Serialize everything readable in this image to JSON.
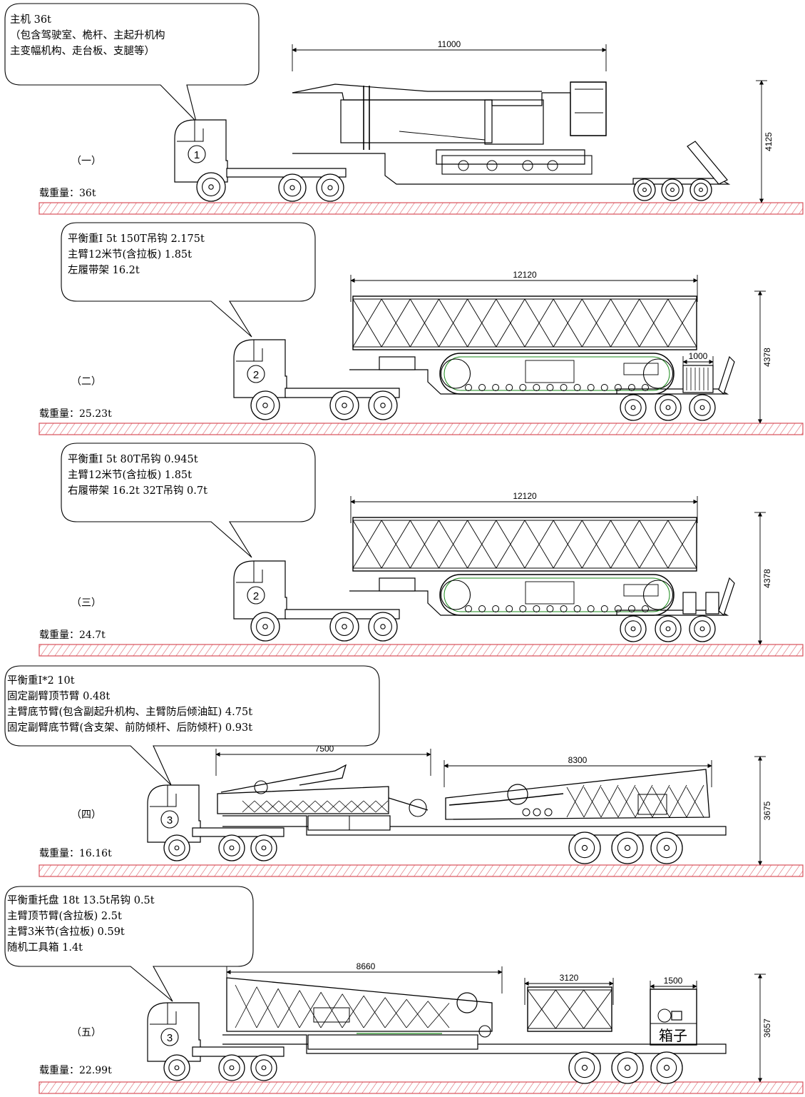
{
  "shipments": [
    {
      "section_label": "（一）",
      "load_label": "载重量：36t",
      "truck_number": "1",
      "callout_lines": [
        "主机 36t",
        "（包含驾驶室、桅杆、主起升机构",
        "主变幅机构、走台板、支腿等）"
      ],
      "length_dim": "11000",
      "height_dim": "4125"
    },
    {
      "section_label": "（二）",
      "load_label": "载重量：25.23t",
      "truck_number": "2",
      "callout_lines": [
        "平衡重Ⅰ 5t      150T吊钩  2.175t",
        "主臂12米节(含拉板)  1.85t",
        "左履带架 16.2t"
      ],
      "length_dim": "12120",
      "height_dim": "4378",
      "extra_dim": "1000"
    },
    {
      "section_label": "（三）",
      "load_label": "载重量：24.7t",
      "truck_number": "2",
      "callout_lines": [
        "平衡重Ⅰ 5t         80T吊钩 0.945t",
        "主臂12米节(含拉板) 1.85t",
        "右履带架 16.2t     32T吊钩  0.7t"
      ],
      "length_dim": "12120",
      "height_dim": "4378"
    },
    {
      "section_label": "（四）",
      "load_label": "载重量：16.16t",
      "truck_number": "3",
      "callout_lines": [
        "平衡重Ⅰ*2  10t",
        "固定副臂顶节臂 0.48t",
        "主臂底节臂(包含副起升机构、主臂防后倾油缸) 4.75t",
        "固定副臂底节臂(含支架、前防倾杆、后防倾杆) 0.93t"
      ],
      "length_dim_a": "7500",
      "length_dim_b": "8300",
      "height_dim": "3675"
    },
    {
      "section_label": "（五）",
      "load_label": "载重量：22.99t",
      "truck_number": "3",
      "callout_lines": [
        "平衡重托盘  18t     13.5t吊钩  0.5t",
        "主臂顶节臂(含拉板)   2.5t",
        "主臂3米节(含拉板)    0.59t",
        "随机工具箱 1.4t"
      ],
      "length_dim_a": "8660",
      "length_dim_b": "3120",
      "length_dim_c": "1500",
      "box_label": "箱子",
      "height_dim": "3657"
    }
  ]
}
